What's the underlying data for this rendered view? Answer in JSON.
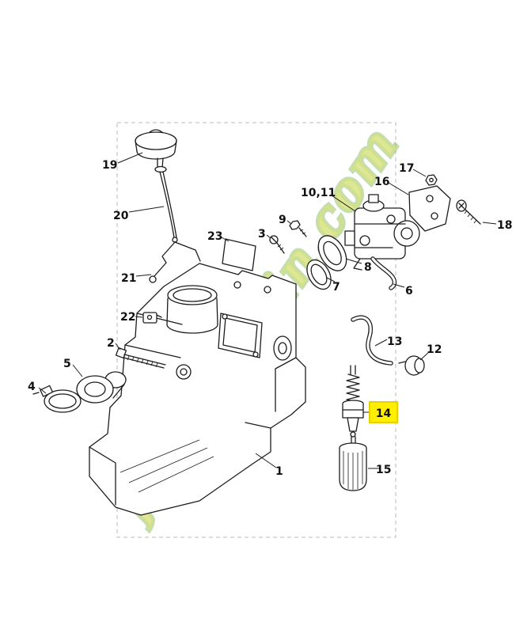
{
  "watermark": {
    "text": "foretjardin.com",
    "fill": "#c3d645",
    "outline": "#69a636"
  },
  "highlight": {
    "color": "#ffee00",
    "highlighted_part": "14"
  },
  "labels": {
    "p1": "1",
    "p2": "2",
    "p3": "3",
    "p4": "4",
    "p5": "5",
    "p6": "6",
    "p7": "7",
    "p8": "8",
    "p9": "9",
    "p10_11": "10,11",
    "p12": "12",
    "p13": "13",
    "p14": "14",
    "p15": "15",
    "p16": "16",
    "p17": "17",
    "p18": "18",
    "p19": "19",
    "p20": "20",
    "p21": "21",
    "p22": "22",
    "p23": "23"
  }
}
